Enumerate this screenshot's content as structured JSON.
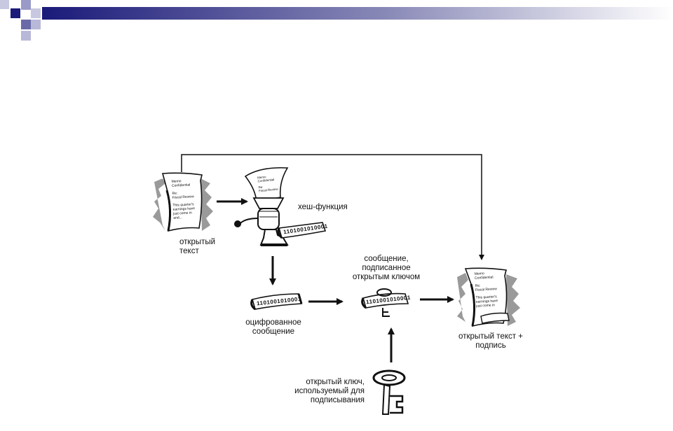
{
  "labels": {
    "open_text": [
      "открытый",
      "текст"
    ],
    "hash_function": "хеш-функция",
    "digested_message": [
      "оцифрованное",
      "сообщение"
    ],
    "signed_message": [
      "сообщение,",
      "подписанное",
      "открытым ключом"
    ],
    "text_plus_signature": [
      "открытый текст +",
      "подпись"
    ],
    "key_label": [
      "открытый ключ,",
      "используемый для",
      "подписывания"
    ]
  },
  "memo": {
    "line1": "Memo",
    "line2": "Confidential",
    "line3": "Re:",
    "line4": "Fiscal Review",
    "line5": "This quarter's",
    "line6": "earnings have",
    "line7": "just come in",
    "line8": "and..."
  },
  "digest_text": "1101001010001",
  "colors": {
    "banner_dark": "#1a1a7a",
    "banner_light": "#ffffff",
    "ink": "#111111",
    "shadow": "#9a9a9a"
  }
}
